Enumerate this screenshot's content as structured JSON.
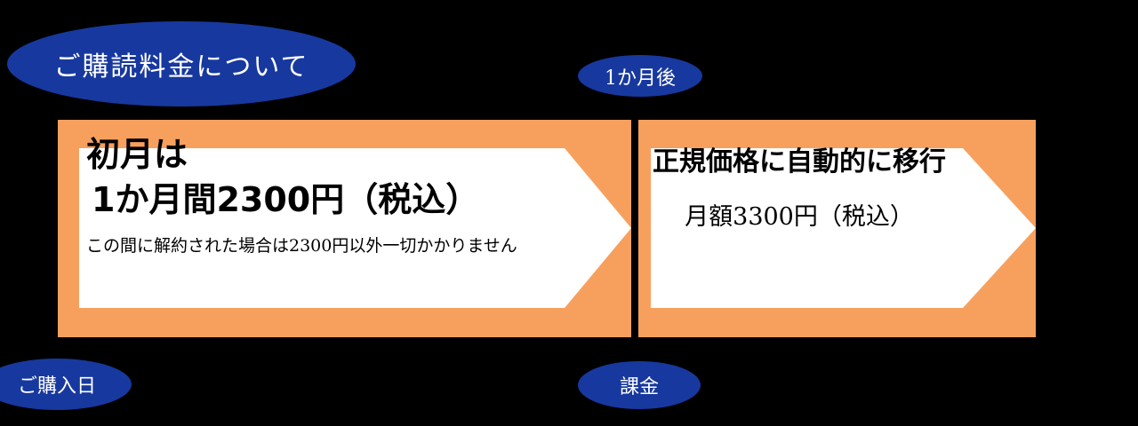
{
  "title_bubble": {
    "label": "ご購読料金について"
  },
  "timeline_labels": {
    "one_month_later": "1か月後",
    "purchase_date": "ご購入日",
    "billing": "課金"
  },
  "phase1": {
    "line1": "初月は",
    "line2": "1か月間2300円（税込）",
    "note": "この間に解約された場合は2300円以外一切かかりません"
  },
  "phase2": {
    "line1": "正規価格に自動的に移行",
    "line2": "月額3300円（税込）"
  },
  "colors": {
    "bubble_blue": "#17389e",
    "band_orange": "#f7a05e",
    "arrow_white": "#ffffff",
    "background": "#000000"
  }
}
